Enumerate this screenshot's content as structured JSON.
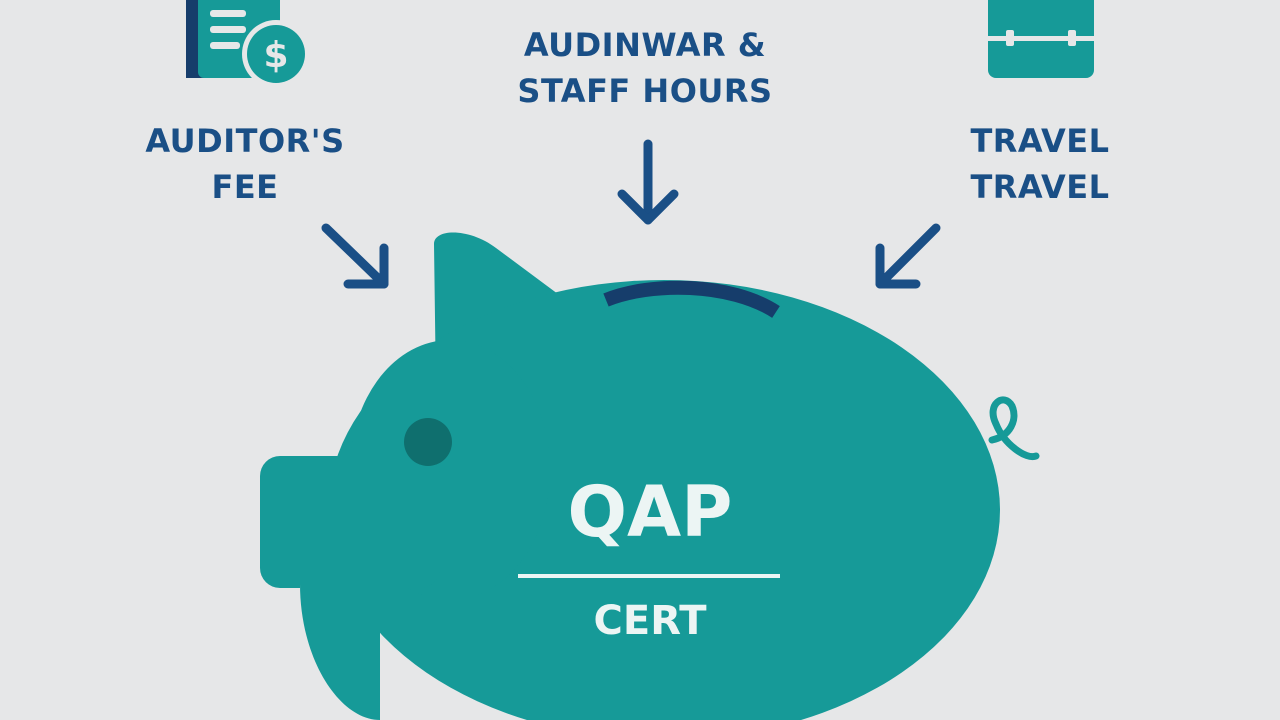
{
  "labels": {
    "auditor_fee": {
      "line1": "AUDITOR'S",
      "line2": "FEE"
    },
    "staff_hours": {
      "line1": "AUDINWAR &",
      "line2": "STAFF HOURS"
    },
    "travel": {
      "line1": "TRAVEL",
      "line2": "TRAVEL"
    }
  },
  "piggy_bank": {
    "title": "QAP",
    "subtitle": "CERT"
  },
  "icons": {
    "auditor_fee": "invoice-dollar-icon",
    "travel": "suitcase-icon"
  },
  "colors": {
    "background": "#e6e7e8",
    "teal": "#169a98",
    "navy": "#1a4f86",
    "dark_navy": "#163d6b",
    "dark_teal": "#0f6f6e",
    "light_text": "#ecf5f4"
  }
}
